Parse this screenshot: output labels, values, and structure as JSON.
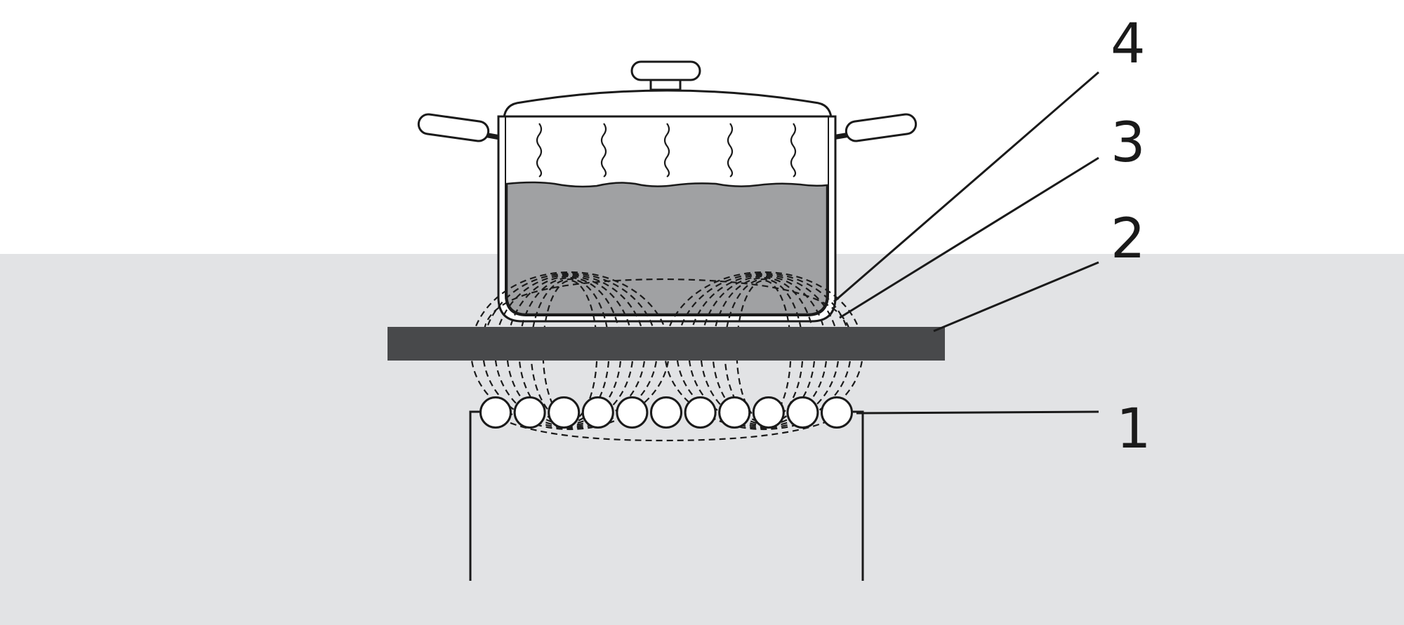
{
  "colors": {
    "background_top": "#ffffff",
    "counter_fill": "#e2e3e5",
    "glass_plate": "#48494b",
    "water": "#a0a1a3",
    "line": "#1a1a1a",
    "pot_fill": "#ffffff"
  },
  "callouts": [
    {
      "id": "coil",
      "label": "1"
    },
    {
      "id": "glass-plate",
      "label": "2"
    },
    {
      "id": "pot-base",
      "label": "3"
    },
    {
      "id": "pot-wall",
      "label": "4"
    }
  ],
  "parts": {
    "pot": {
      "icon": "cooking-pot",
      "handles": 2,
      "steam_wisps": 5
    },
    "coil": {
      "turn_count": 11
    }
  }
}
